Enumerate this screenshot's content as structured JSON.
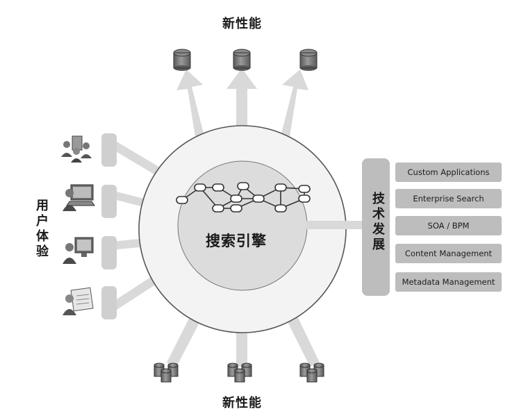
{
  "top_label": "新性能",
  "bottom_label": "新性能",
  "left_label": "用户体验",
  "center_label": "搜索引擎",
  "right_label": "技术发展",
  "tech_items": [
    "Custom Applications",
    "Enterprise Search",
    "SOA / BPM",
    "Content Management",
    "Metadata Management"
  ],
  "colors": {
    "arrow": "#d9d9d9",
    "outer_circle_fill": "#f3f3f3",
    "inner_circle_fill": "#dcdcdc",
    "stroke": "#555555",
    "box": "#bdbdbd",
    "database": "#7a7a7a"
  },
  "icons": {
    "top": [
      "database-icon",
      "database-icon",
      "database-icon"
    ],
    "bottom": [
      "database-cluster-icon",
      "database-cluster-icon",
      "database-cluster-icon"
    ],
    "left": [
      "user-group-icon",
      "user-laptop-icon",
      "user-desktop-icon",
      "user-document-icon"
    ]
  }
}
